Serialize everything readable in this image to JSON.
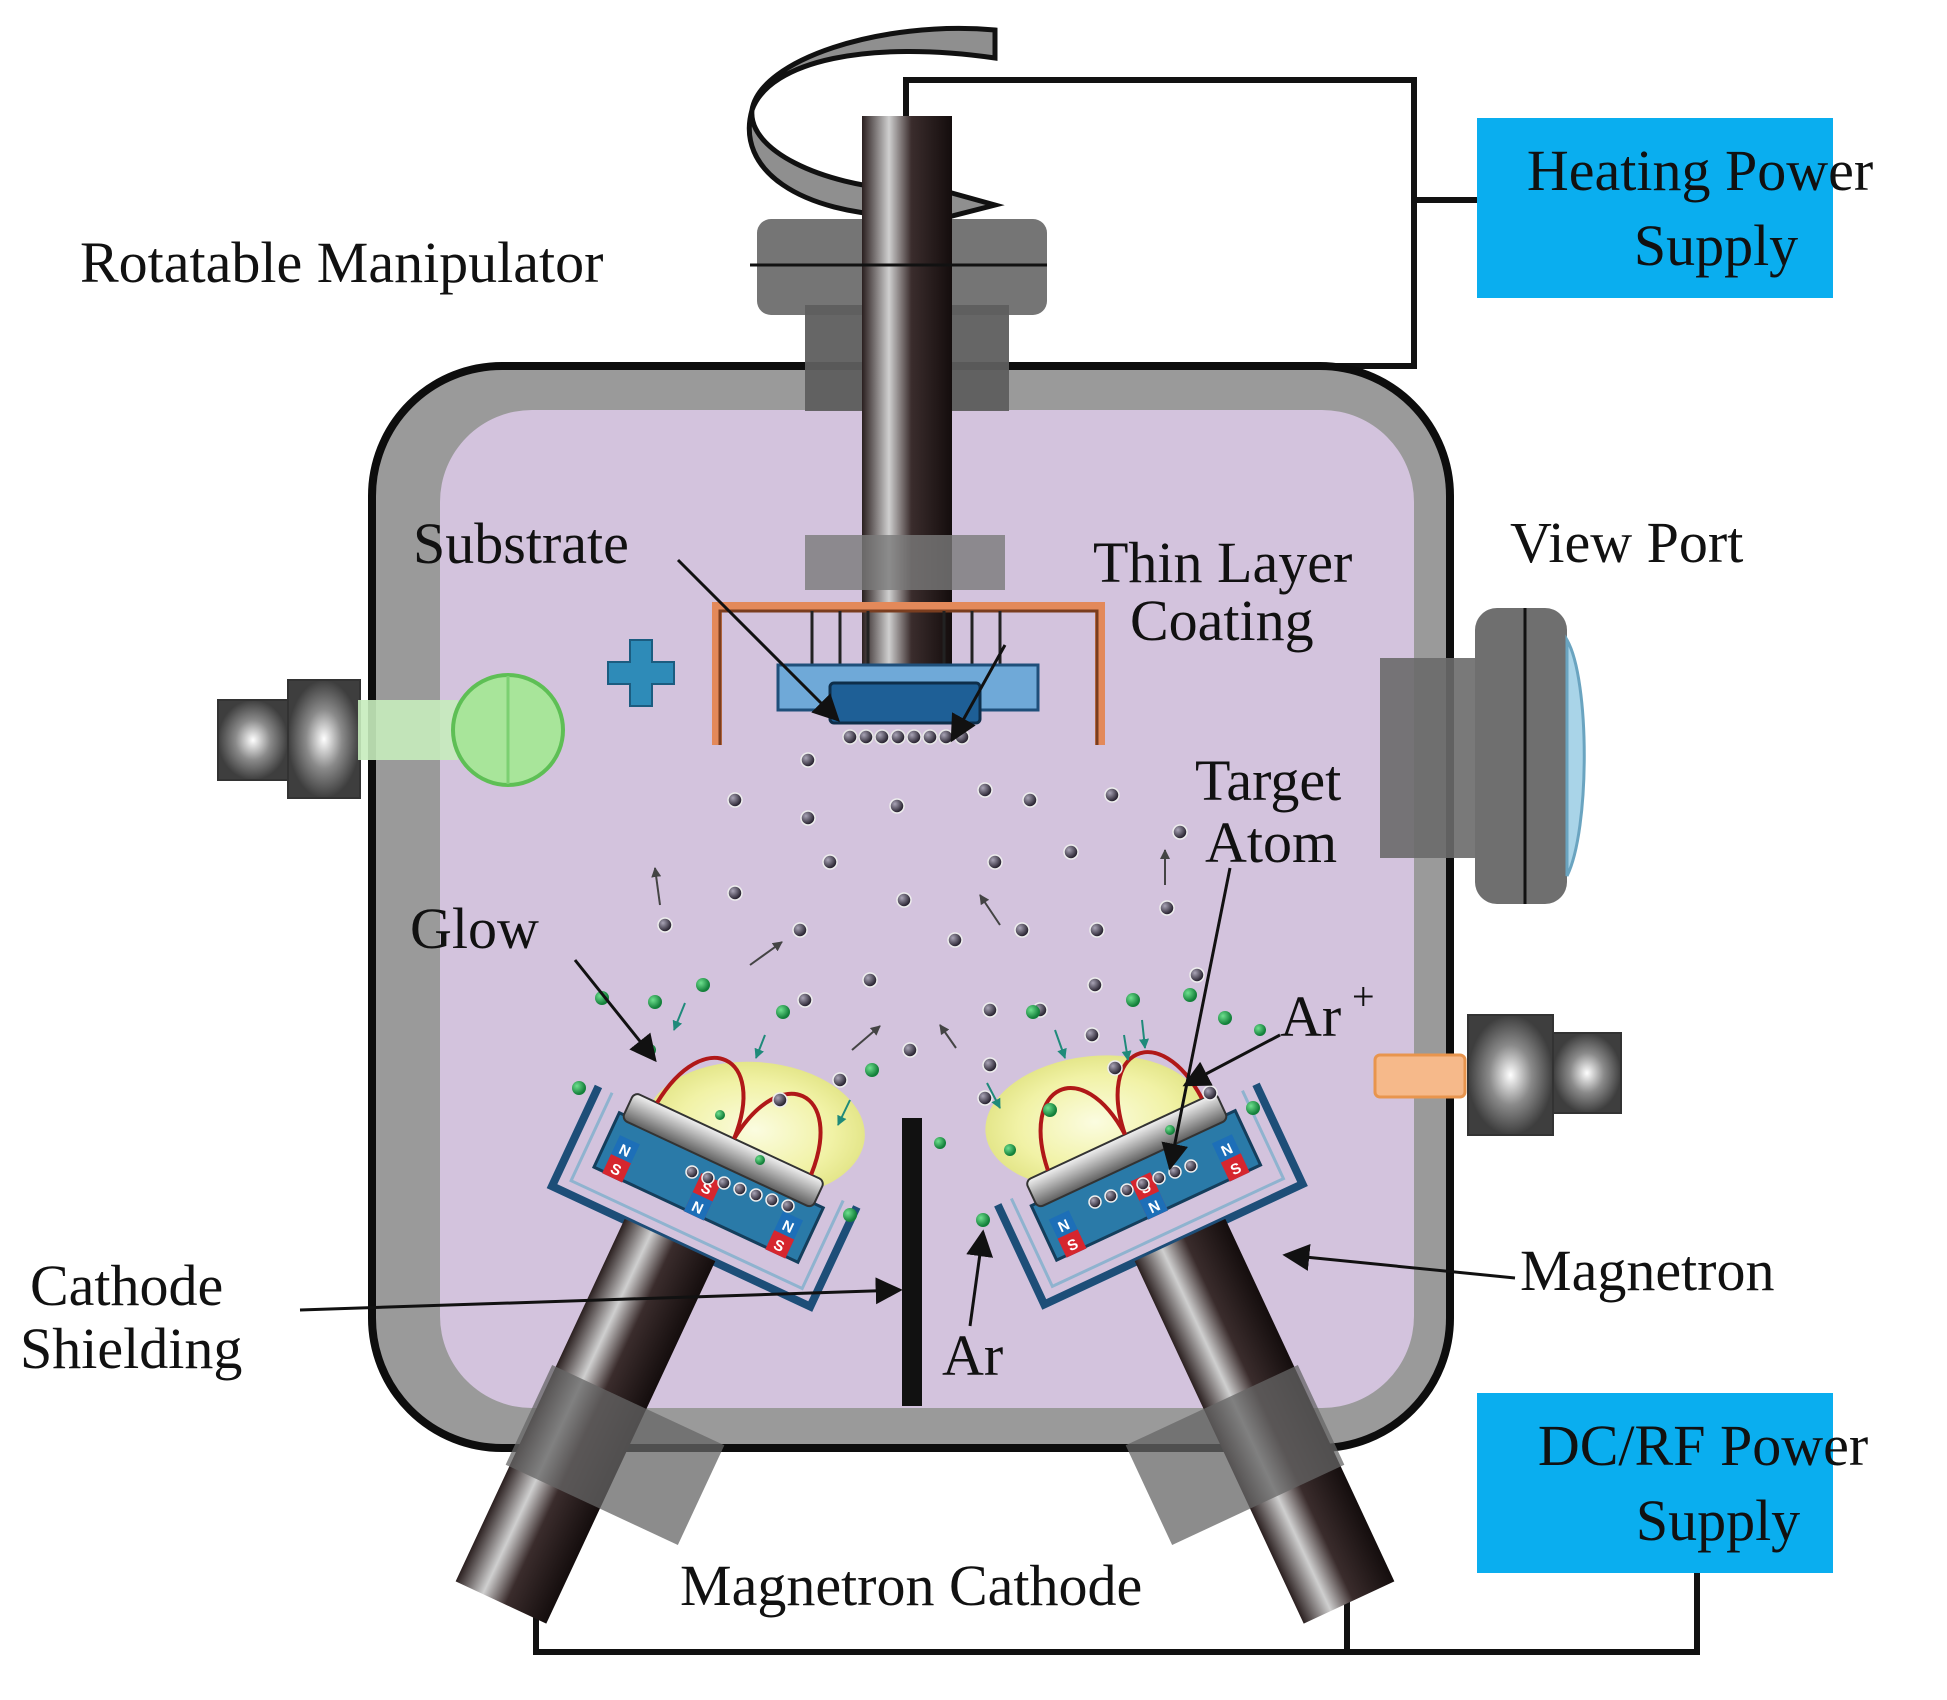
{
  "labels": {
    "rotatable_manipulator": "Rotatable Manipulator",
    "heating_supply_line1": "Heating Power",
    "heating_supply_line2": "Supply",
    "substrate": "Substrate",
    "thin_layer_line1": "Thin Layer",
    "thin_layer_line2": "Coating",
    "view_port": "View Port",
    "target_line1": "Target",
    "target_line2": "Atom",
    "glow": "Glow",
    "ar_plus": "Ar",
    "ar_plus_sup": "+",
    "magnetron": "Magnetron",
    "cathode_line1": "Cathode",
    "cathode_line2": "Shielding",
    "ar": "Ar",
    "magnetron_cathode": "Magnetron Cathode",
    "dcrf_line1": "DC/RF Power",
    "dcrf_line2": "Supply"
  },
  "magnet_poles": {
    "north": "N",
    "south": "S"
  },
  "colors": {
    "chamber_wall": "#9a9a9a",
    "chamber_interior": "#d3c3dd",
    "power_box": "#0aaeef",
    "glow": "#f1f2a6",
    "atom": "#3a3542",
    "argon": "#1e9648",
    "magnet_body": "#2a7aa8",
    "magnet_north": "#1d6fb8",
    "magnet_south": "#d6262e",
    "field_line": "#b01818",
    "substrate_holder": "#e3895a",
    "light_source": "#a8e59a",
    "gauge_window": "#f6b98a"
  }
}
